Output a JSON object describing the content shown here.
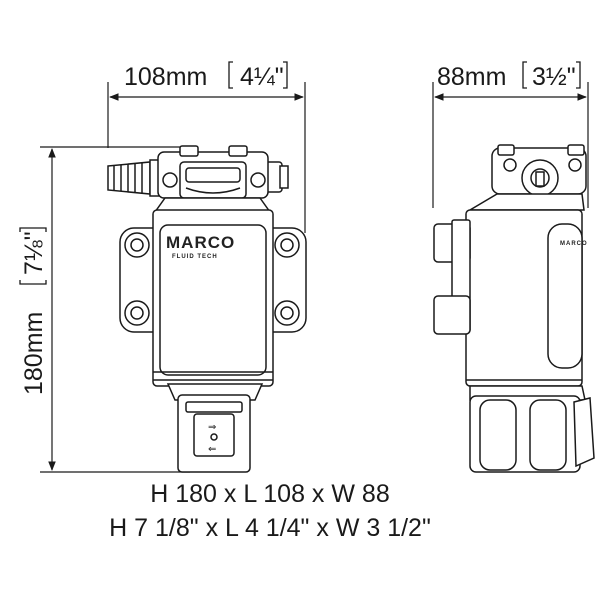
{
  "dimensions": {
    "length": {
      "metric": "108mm",
      "imperial": "4¼\""
    },
    "width": {
      "metric": "88mm",
      "imperial": "3½\""
    },
    "height": {
      "metric": "180mm",
      "imperial": "7⅛\""
    }
  },
  "product": {
    "brand": "MARCO",
    "brand_sub": "FLUID TECH"
  },
  "summary": {
    "metric_line": "H 180 x L 108 x W 88",
    "imperial_line": "H 7 1/8\" x L 4 1/4\" x W 3 1/2\""
  }
}
